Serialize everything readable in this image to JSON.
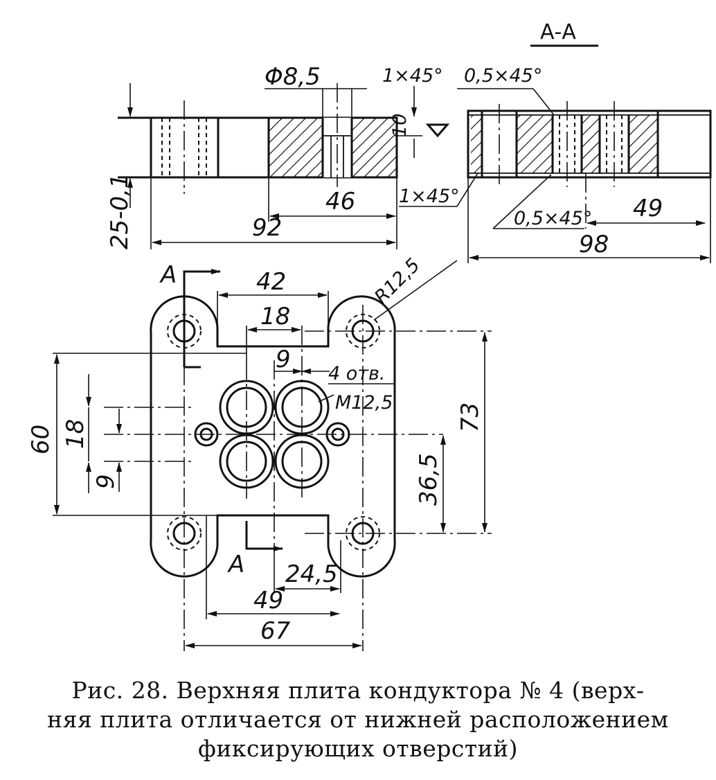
{
  "section_title": "А-А",
  "section_marker": "А",
  "dims": {
    "hole_dia": "Φ8,5",
    "chamfer_top_left": "1×45°",
    "chamfer_top_right": "0,5×45°",
    "depth": "10",
    "dim_46": "46",
    "dim_92": "92",
    "chamfer_bottom": "1×45°",
    "thickness": "25-0,1",
    "chamfer_bottom_right": "0,5×45°",
    "dim_49_section": "49",
    "dim_98": "98",
    "radius": "R12,5",
    "dim_42": "42",
    "dim_18_top": "18",
    "dim_9_top": "9",
    "holes_count": "4 отв.",
    "thread": "M12,5",
    "dim_60": "60",
    "dim_18_left": "18",
    "dim_9_left": "9",
    "dim_73": "73",
    "dim_36_5": "36,5",
    "dim_24_5": "24,5",
    "dim_49_bottom": "49",
    "dim_67": "67"
  },
  "caption": {
    "line1": "Рис. 28. Верхняя плита кондуктора № 4 (верх-",
    "line2": "няя плита отличается от нижней расположением",
    "line3": "фиксирующих  отверстий)"
  }
}
